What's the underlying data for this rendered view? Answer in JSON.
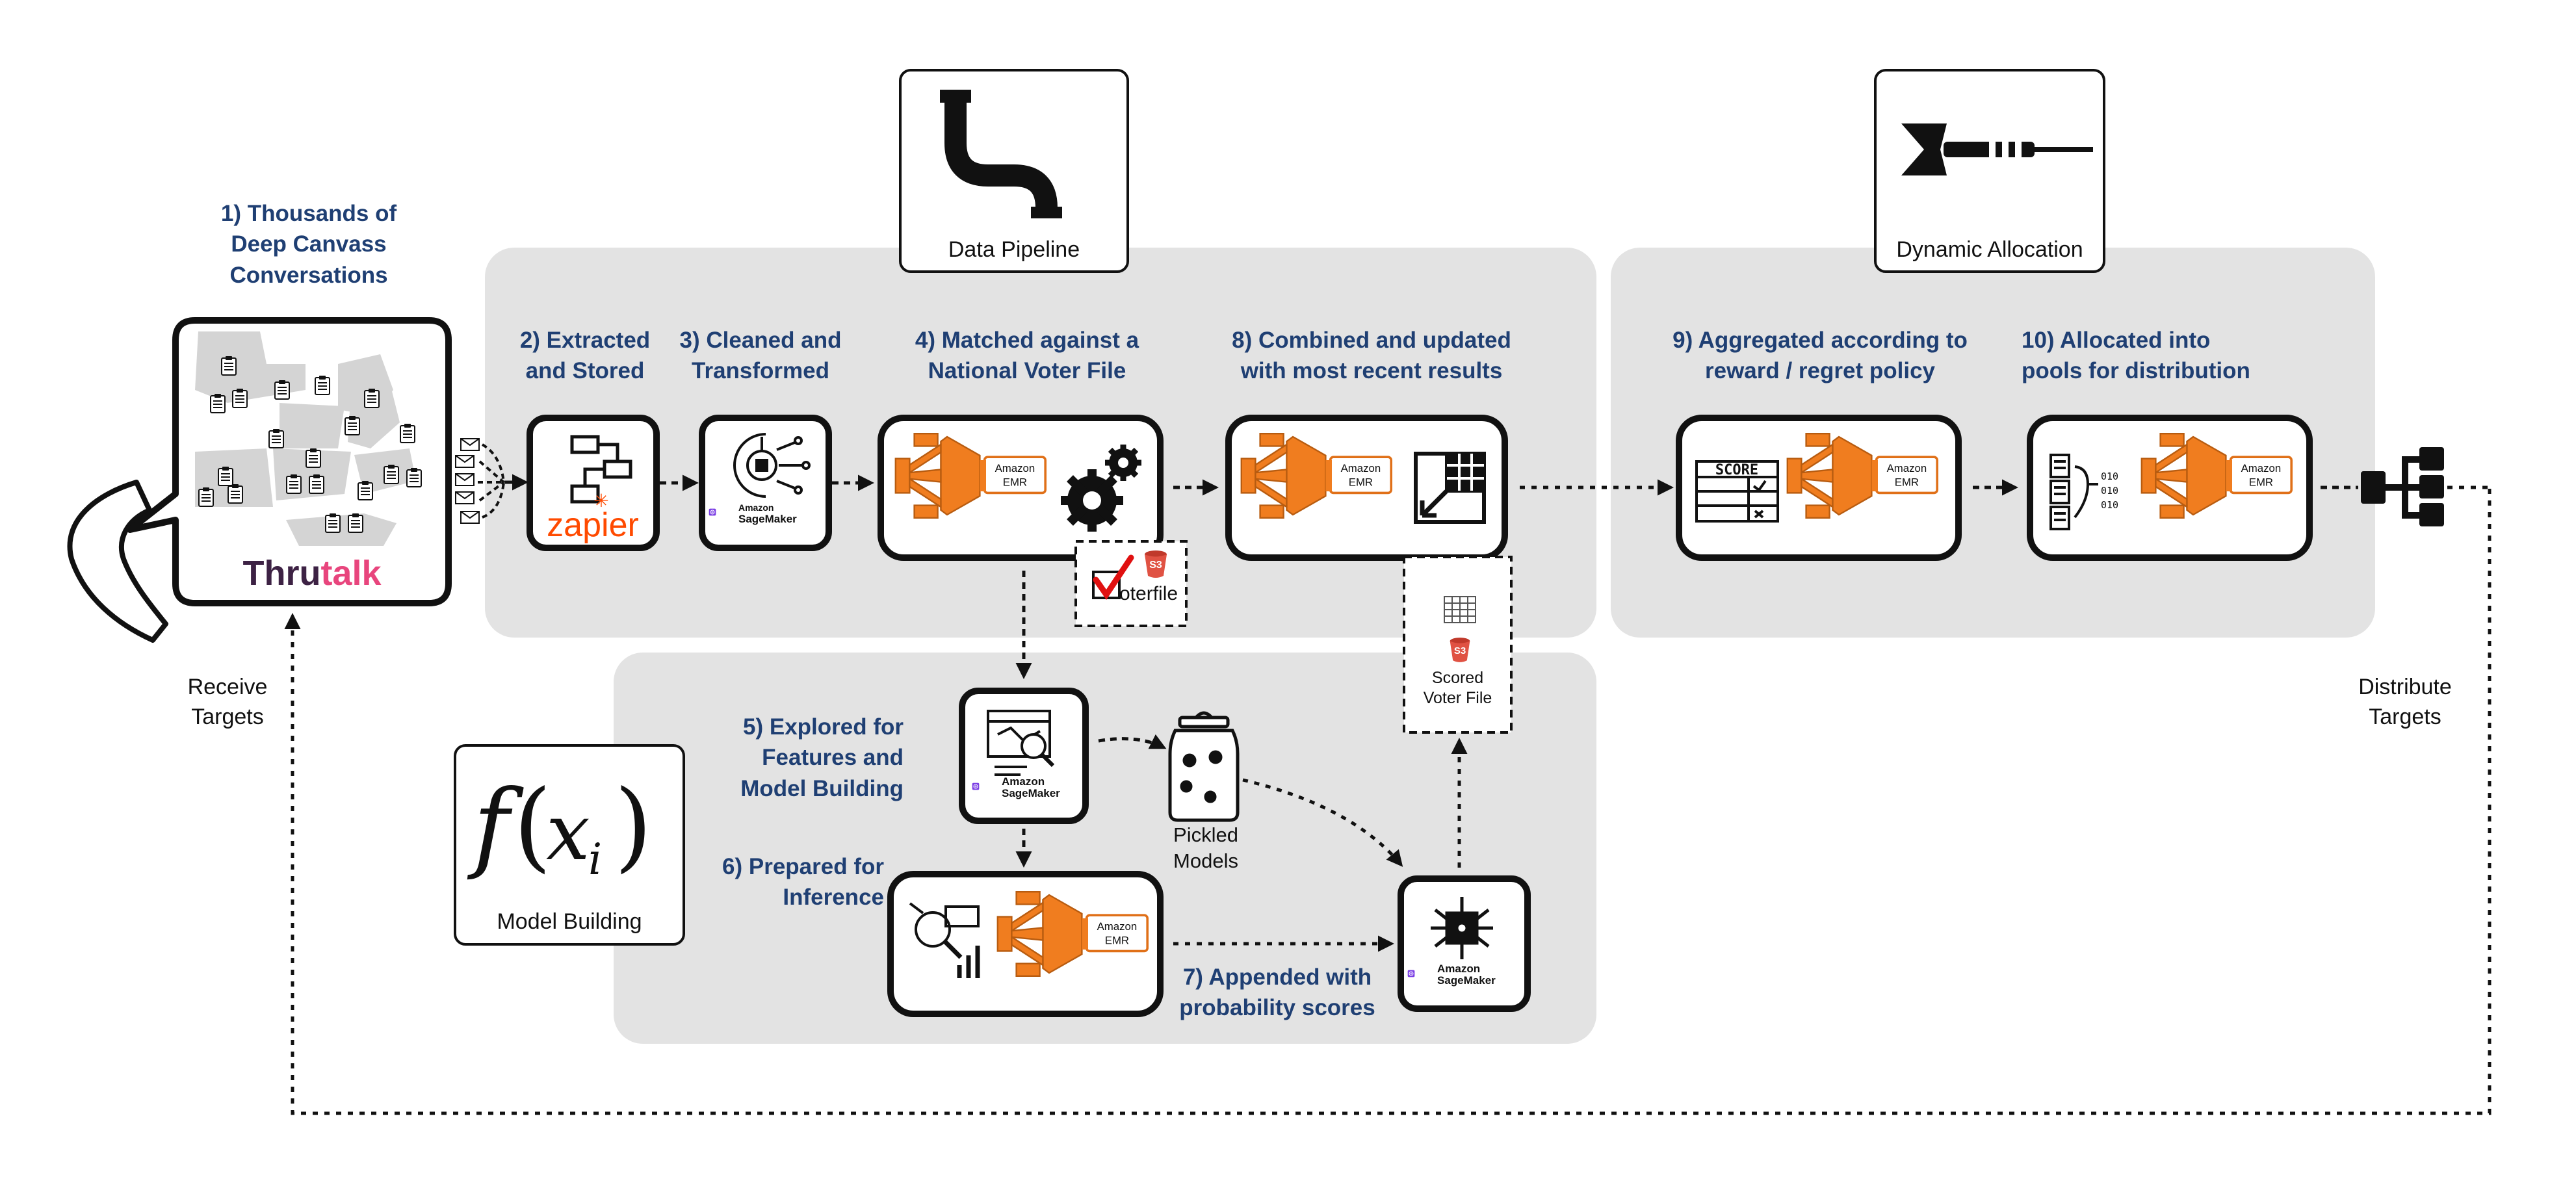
{
  "steps": {
    "s1": "1) Thousands of Deep Canvass Conversations",
    "s2": "2) Extracted and Stored",
    "s3": "3) Cleaned and Transformed",
    "s4": "4) Matched against a National Voter File",
    "s5": "5) Explored for Features and Model Building",
    "s6": "6) Prepared for Inference",
    "s7": "7) Appended with probability scores",
    "s8": "8) Combined and updated with most recent results",
    "s9": "9) Aggregated according to reward / regret policy",
    "s10": "10) Allocated into pools for distribution"
  },
  "badges": {
    "data_pipeline": "Data Pipeline",
    "dynamic_allocation": "Dynamic Allocation",
    "model_building": "Model Building",
    "formula": "f(x_i)"
  },
  "side_labels": {
    "receive": "Receive Targets",
    "distribute": "Distribute Targets"
  },
  "artifacts": {
    "voterfile": "oterfile",
    "s3": "S3",
    "scored_voter_file": "Scored Voter File",
    "pickled_models": "Pickled Models",
    "score": "SCORE"
  },
  "brands": {
    "thrutalk_a": "Thru",
    "thrutalk_b": "talk",
    "zapier": "zapier",
    "sagemaker": "Amazon SageMaker",
    "emr": "Amazon EMR"
  },
  "colors": {
    "step_text": "#1f3f73",
    "panel_gray": "#e3e3e3",
    "emr_orange": "#f07d1f",
    "zapier_orange": "#ff4a00",
    "thrutalk_dark": "#3d2244",
    "thrutalk_pink": "#e8457d",
    "sagemaker_purple": "#7b3fe4",
    "s3_red": "#e05243"
  },
  "icons": [
    "phone-icon",
    "clipboard-icon",
    "map-icon",
    "envelope-icon",
    "workflow-icon",
    "ai-chip-icon",
    "gears-icon",
    "checkbox-icon",
    "spreadsheet-edit-icon",
    "score-sheet-icon",
    "document-split-icon",
    "hierarchy-icon",
    "pipe-icon",
    "dart-icon",
    "analytics-icon",
    "model-jar-icon",
    "chip-icon",
    "grid-icon",
    "bucket-icon"
  ]
}
